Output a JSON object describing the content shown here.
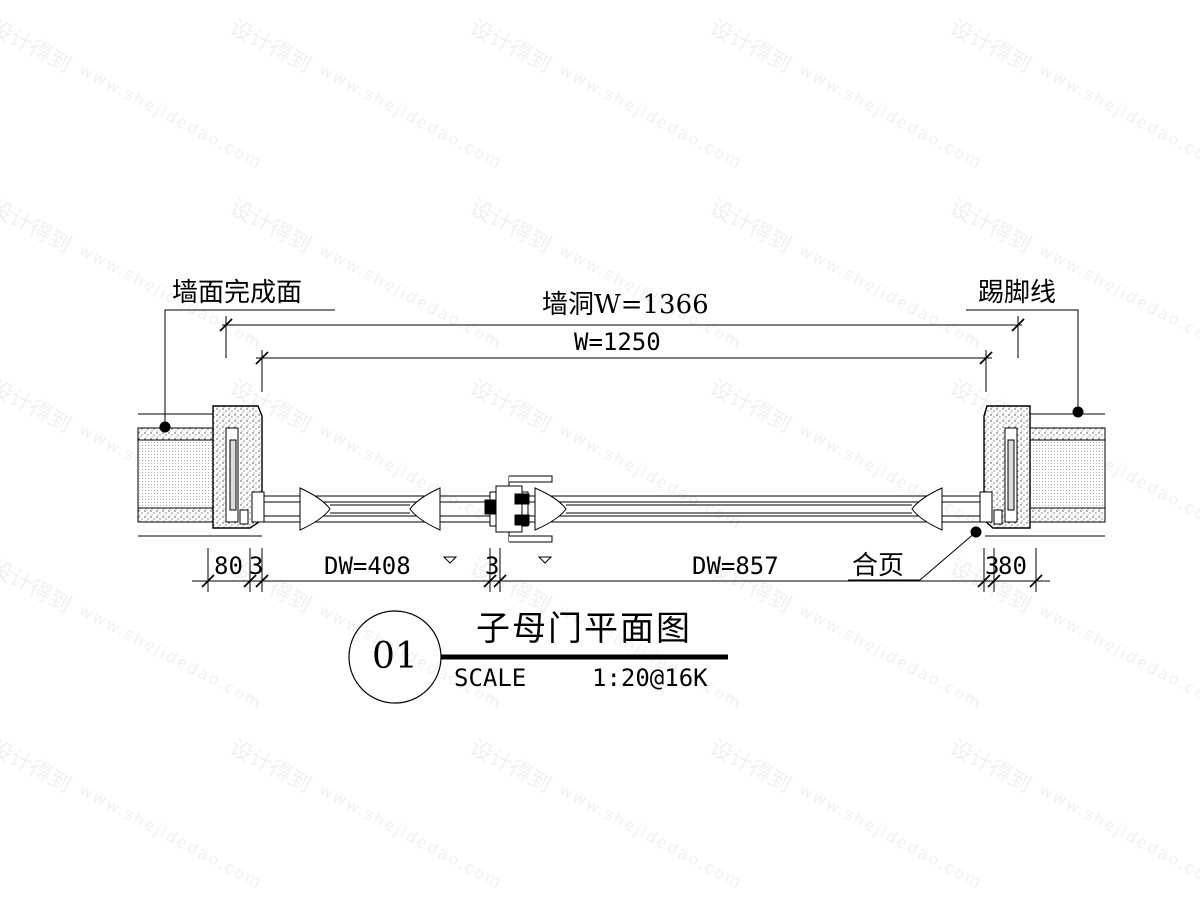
{
  "labels": {
    "wall_finish": "墙面完成面",
    "skirting": "踢脚线",
    "opening_width": "墙洞W=1366",
    "door_width": "W=1250",
    "hinge": "合页",
    "dim_left": "80",
    "dim_left_gap": "3",
    "dim_small_leaf": "DW=408",
    "dim_mid_gap": "3",
    "dim_large_leaf": "DW=857",
    "dim_right_gap": "3",
    "dim_right": "80"
  },
  "title_block": {
    "number": "01",
    "title": "子母门平面图",
    "scale_label": "SCALE",
    "scale_value": "1:20@16K"
  },
  "watermark": {
    "cn": "设计得到",
    "url": "www.shejidedao.com"
  },
  "colors": {
    "line": "#000000",
    "hatch": "#555555",
    "background": "#ffffff"
  }
}
